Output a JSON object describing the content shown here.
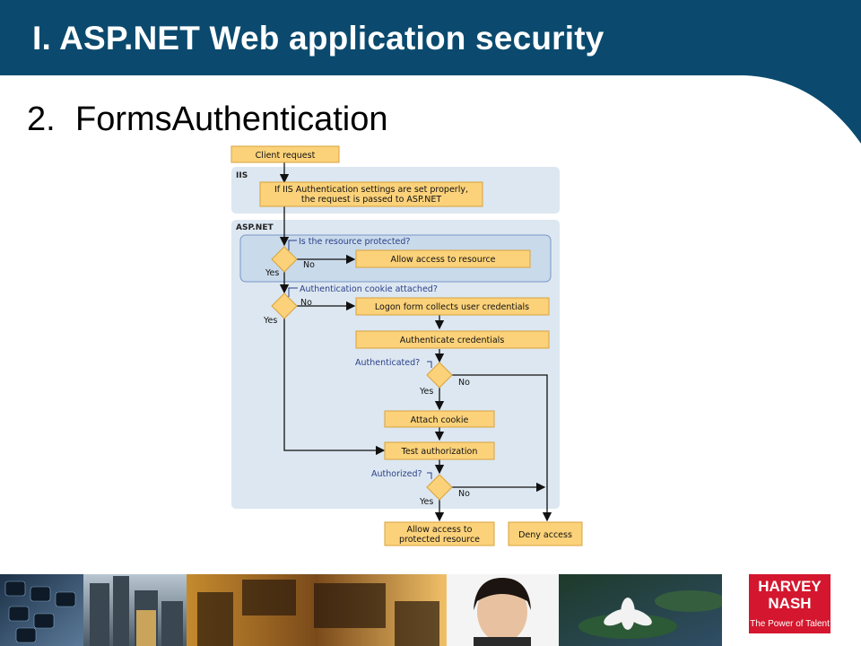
{
  "slide": {
    "title": "I. ASP.NET Web application security",
    "subtitle_number": "2.",
    "subtitle_text": "FormsAuthentication"
  },
  "diagram": {
    "client_request": "Client request",
    "iis_label": "IIS",
    "iis_box_line1": "If IIS Authentication settings are set properly,",
    "iis_box_line2": "the request is passed to ASP.NET",
    "aspnet_label": "ASP.NET",
    "q_protected": "Is the resource protected?",
    "allow_access": "Allow access to resource",
    "q_cookie": "Authentication cookie attached?",
    "logon_form": "Logon form collects user credentials",
    "authenticate": "Authenticate credentials",
    "q_authenticated": "Authenticated?",
    "attach_cookie": "Attach cookie",
    "test_authorization": "Test authorization",
    "q_authorized": "Authorized?",
    "allow_protected_line1": "Allow access to",
    "allow_protected_line2": "protected resource",
    "deny_access": "Deny access",
    "yes": "Yes",
    "no": "No"
  },
  "branding": {
    "logo_line1": "HARVEY",
    "logo_line2": "NASH",
    "tagline": "The Power of Talent"
  },
  "colors": {
    "header": "#0b4a6e",
    "box_fill": "#fbd27a",
    "box_stroke": "#d9a23c",
    "region_fill": "#dce7f1",
    "protect_region": "#c9daeb",
    "text_blue": "#2b3f8a",
    "logo_red": "#d4172e"
  }
}
